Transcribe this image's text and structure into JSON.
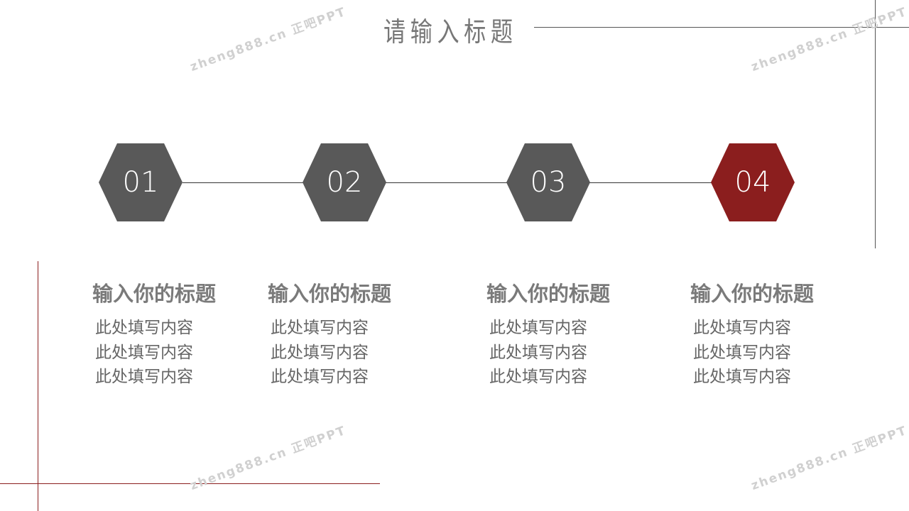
{
  "title": "请输入标题",
  "watermark": "zheng888.cn 正吧PPT",
  "colors": {
    "accent": "#8b1e1e",
    "hex": "#595959",
    "text": "#777777"
  },
  "steps": [
    {
      "number": "01",
      "heading": "输入你的标题",
      "lines": [
        "此处填写内容",
        "此处填写内容",
        "此处填写内容"
      ]
    },
    {
      "number": "02",
      "heading": "输入你的标题",
      "lines": [
        "此处填写内容",
        "此处填写内容",
        "此处填写内容"
      ]
    },
    {
      "number": "03",
      "heading": "输入你的标题",
      "lines": [
        "此处填写内容",
        "此处填写内容",
        "此处填写内容"
      ]
    },
    {
      "number": "04",
      "heading": "输入你的标题",
      "lines": [
        "此处填写内容",
        "此处填写内容",
        "此处填写内容"
      ]
    }
  ]
}
